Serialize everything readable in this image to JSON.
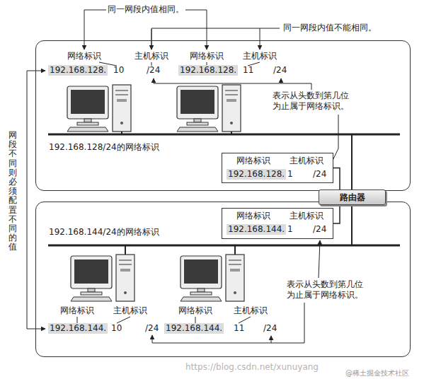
{
  "diagram": {
    "nodes": [
      {
        "text": [
          "192.168.128/24的网络标识"
        ]
      },
      {
        "text": [
          "网络标识",
          "主机标识",
          "192.168.128.",
          "1",
          "/24"
        ],
        "in": 0
      },
      {
        "text": [
          "路由器"
        ]
      },
      {
        "text": [
          "192.168.144/24的网络标识"
        ]
      },
      {
        "text": [
          "网络标识",
          "主机标识",
          "192.168.144.",
          "1",
          "/24"
        ],
        "in": 3
      }
    ],
    "edges": [
      {
        "from": 2,
        "to": 1,
        "arrow": "none"
      },
      {
        "from": 2,
        "to": 4,
        "arrow": "none"
      }
    ],
    "labels": [
      "同一网段内值相同。",
      "同一网段内值不能相同。",
      "网段不同则必须配置不同的值",
      "网络标识",
      "主机标识",
      "192.168.128.",
      "10",
      "/24",
      "网络标识",
      "主机标识",
      "192.168.128.",
      "11",
      "/24",
      "表示从头数到第几位为止属于网络标识。",
      "表示从头数到第几位为止属于网络标识。",
      "网络标识",
      "主机标识",
      "192.168.144.",
      "10",
      "/24",
      "网络标识",
      "主机标识",
      "192.168.144.",
      "11",
      "/24",
      "https://blog.csdn.net/xunuyang",
      "@稀土掘金技术社区"
    ]
  }
}
